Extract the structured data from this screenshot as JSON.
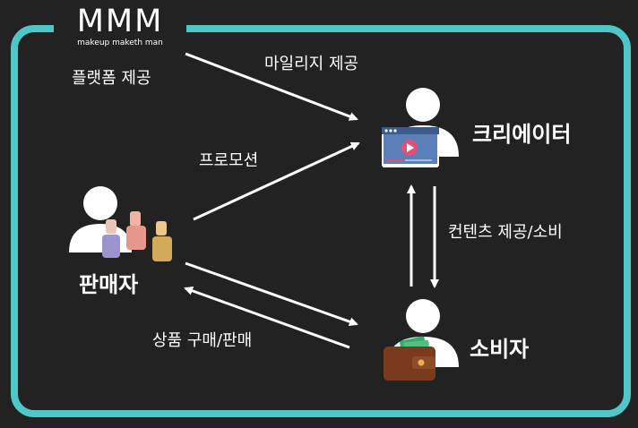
{
  "logo": {
    "name": "MMM",
    "tagline": "makeup maketh man"
  },
  "labels": {
    "platform": "플랫폼 제공",
    "mileage": "마일리지 제공",
    "promotion": "프로모션",
    "content": "컨텐츠 제공/소비",
    "goods": "상품 구매/판매"
  },
  "nodes": {
    "creator": "크리에이터",
    "seller": "판매자",
    "consumer": "소비자"
  },
  "colors": {
    "background": "#222222",
    "frame": "#4fc7c8",
    "arrows": "#ffffff",
    "player": "#5b7fb8",
    "play_button": "#e0507a",
    "wallet": "#7a3a1e",
    "money": "#3aa86a"
  }
}
